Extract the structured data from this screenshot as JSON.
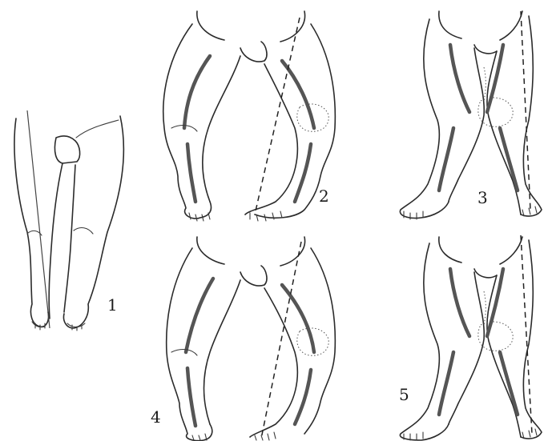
{
  "figures": [
    {
      "number": "1"
    },
    {
      "number": "2"
    },
    {
      "number": "3"
    },
    {
      "number": "4"
    },
    {
      "number": "5"
    }
  ]
}
